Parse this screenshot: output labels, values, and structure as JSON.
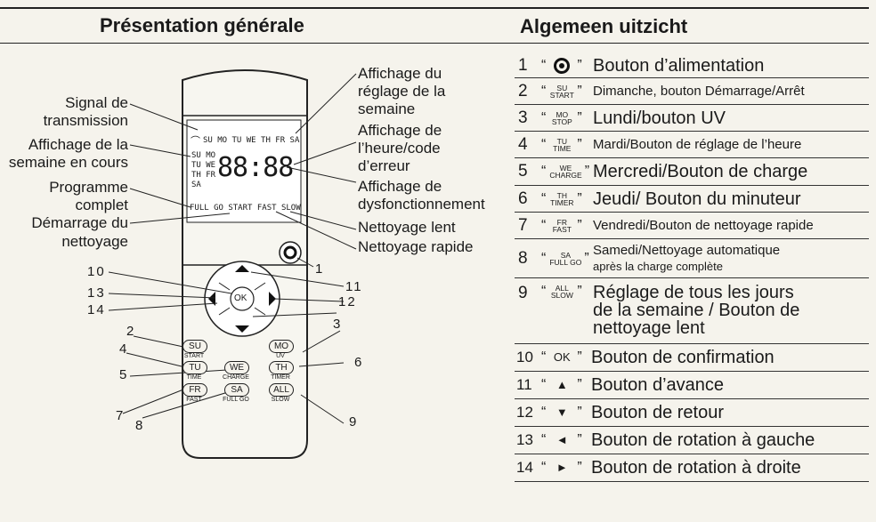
{
  "left": {
    "heading": "Présentation générale",
    "labels_left": {
      "signal1": "Signal de",
      "signal2": "transmission",
      "week1": "Affichage de la",
      "week2": "semaine en cours",
      "prog1": "Programme",
      "prog2": "complet",
      "clean1": "Démarrage du",
      "clean2": "nettoyage"
    },
    "labels_right": {
      "set1": "Affichage du",
      "set2": "réglage de la",
      "set3": "semaine",
      "time1": "Affichage de",
      "time2": "l’heure/code",
      "time3": "d’erreur",
      "fault1": "Affichage de",
      "fault2": "dysfonctionnement",
      "slow": "Nettoyage lent",
      "fast": "Nettoyage rapide"
    },
    "numbers": [
      "1",
      "2",
      "3",
      "4",
      "5",
      "6",
      "7",
      "8",
      "9",
      "10",
      "11",
      "12",
      "13",
      "14"
    ],
    "lcd": {
      "days_top": "SU MO TU WE TH FR SA",
      "days_col": [
        "SU MO",
        "TU WE",
        "TH FR",
        "SA"
      ],
      "time": "88:88",
      "modes": "FULL GO  START  FAST  SLOW"
    },
    "buttons": {
      "ok": "OK",
      "su": "SU",
      "su_sub": "START",
      "mo": "MO",
      "mo_sub": "UV",
      "tu": "TU",
      "tu_sub": "TIME",
      "we": "WE",
      "we_sub": "CHARGE",
      "th": "TH",
      "th_sub": "TIMER",
      "fr": "FR",
      "fr_sub": "FAST",
      "sa": "SA",
      "sa_sub": "FULL GO",
      "all": "ALL",
      "all_sub": "SLOW"
    }
  },
  "right": {
    "heading": "Algemeen uitzicht",
    "rows": [
      {
        "n": "1",
        "top": "",
        "bottom": "",
        "desc": "Bouton d’alimentation"
      },
      {
        "n": "2",
        "top": "SU",
        "bottom": "START",
        "desc": "Dimanche, bouton Démarrage/Arrêt"
      },
      {
        "n": "3",
        "top": "MO",
        "bottom": "STOP",
        "desc": "Lundi/bouton UV"
      },
      {
        "n": "4",
        "top": "TU",
        "bottom": "TIME",
        "desc": "Mardi/Bouton de réglage de l’heure"
      },
      {
        "n": "5",
        "top": "WE",
        "bottom": "CHARGE",
        "desc": "Mercredi/Bouton de charge"
      },
      {
        "n": "6",
        "top": "TH",
        "bottom": "TIMER",
        "desc": "Jeudi/ Bouton du minuteur"
      },
      {
        "n": "7",
        "top": "FR",
        "bottom": "FAST",
        "desc": "Vendredi/Bouton de nettoyage rapide"
      },
      {
        "n": "8",
        "top": "SA",
        "bottom": "FULL GO",
        "desc1": "Samedi/Nettoyage automatique",
        "desc2": "après la charge complète"
      },
      {
        "n": "9",
        "top": "ALL",
        "bottom": "SLOW",
        "desc1": "Réglage de tous les jours",
        "desc2": "de la semaine / Bouton de",
        "desc3": "nettoyage lent"
      },
      {
        "n": "10",
        "code": "OK",
        "desc": "Bouton de confirmation"
      },
      {
        "n": "11",
        "code": "▲",
        "desc": "Bouton d’avance"
      },
      {
        "n": "12",
        "code": "▼",
        "desc": "Bouton de retour"
      },
      {
        "n": "13",
        "code": "◄",
        "desc": "Bouton de rotation à gauche"
      },
      {
        "n": "14",
        "code": "►",
        "desc": "Bouton de rotation à droite"
      }
    ],
    "quote_open": "“",
    "quote_close": "”"
  }
}
